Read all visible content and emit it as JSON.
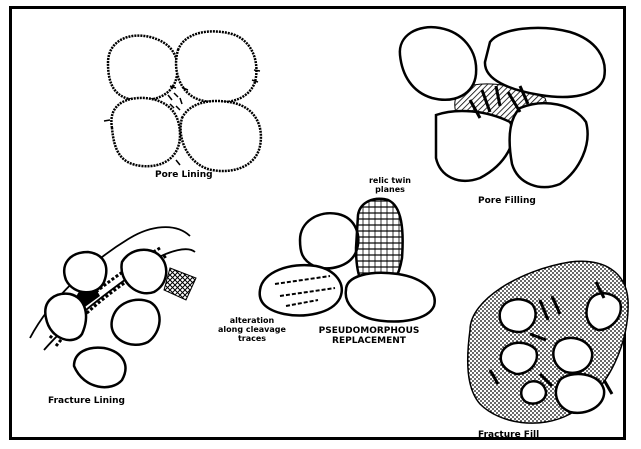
{
  "labels": {
    "pore_lining": "Pore Lining",
    "pore_filling": "Pore Filling",
    "relic_twin_planes": [
      "relic twin",
      "planes"
    ],
    "fracture_lining": "Fracture Lining",
    "alteration": [
      "alteration",
      "along cleavage",
      "traces"
    ],
    "pseudomorphous": [
      "PSEUDOMORPHOUS",
      "REPLACEMENT"
    ],
    "fracture_fill": "Fracture Fill"
  },
  "colors": {
    "ink": "#000000",
    "paper": "#ffffff"
  }
}
